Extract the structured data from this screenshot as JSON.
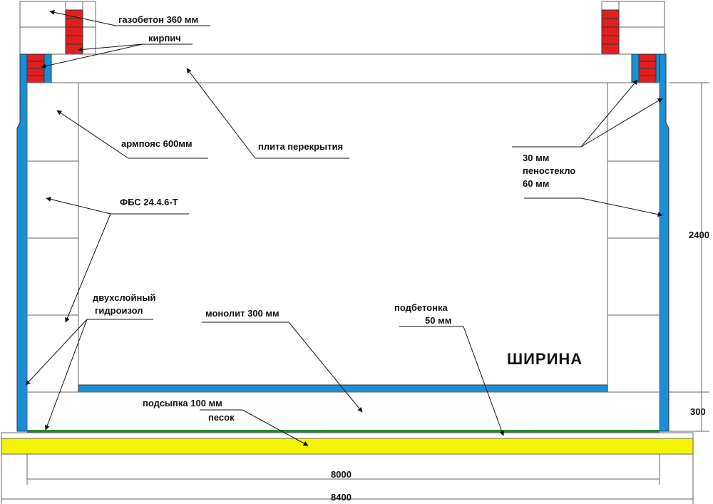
{
  "labels": {
    "aerated_concrete": "газобетон 360 мм",
    "brick": "кирпич",
    "ring_beam": "армпояс 600мм",
    "floor_slab": "плита перекрытия",
    "fbs_block": "ФБС 24.4.6-Т",
    "foam_glass_line1": "30 мм",
    "foam_glass_line2": "пеностекло",
    "foam_glass_line3": "60 мм",
    "waterproofing_line1": "двухслойный",
    "waterproofing_line2": "гидроизол",
    "monolith": "монолит 300 мм",
    "sub_concrete_line1": "подбетонка",
    "sub_concrete_line2": "50 мм",
    "sand_bedding_line1": "подсыпка 100 мм",
    "sand_bedding_line2": "песок",
    "width_title": "ШИРИНА"
  },
  "dimensions": {
    "wall_height": "2400",
    "slab_thickness": "300",
    "inner_width": "8000",
    "outer_width": "8400"
  },
  "colors": {
    "insulation": "#1a8fd6",
    "brick": "#e02020",
    "sand": "#f5f500",
    "waterproofing": "#1e8a3a",
    "outline": "#555555"
  }
}
